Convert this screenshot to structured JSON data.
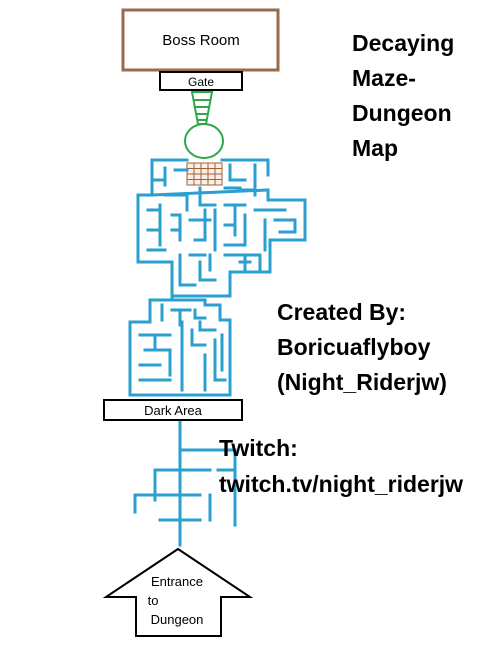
{
  "rooms": {
    "boss_room": "Boss Room",
    "gate": "Gate",
    "dark_area": "Dark Area",
    "entrance": [
      "Entrance",
      "to",
      "Dungeon"
    ]
  },
  "title": {
    "lines": [
      "Decaying",
      "Maze-",
      "Dungeon",
      "Map"
    ]
  },
  "credits": {
    "created_by": "Created By:",
    "author": "Boricuaflyboy",
    "alias": "(Night_Riderjw)"
  },
  "stream": {
    "platform": "Twitch:",
    "url": "twitch.tv/night_riderjw"
  },
  "colors": {
    "maze": "#2a9fd0",
    "boss_room_border": "#9a6a4a",
    "gate_chain": "#2fa84a",
    "grate": "#a0603a",
    "outline": "#000000"
  }
}
